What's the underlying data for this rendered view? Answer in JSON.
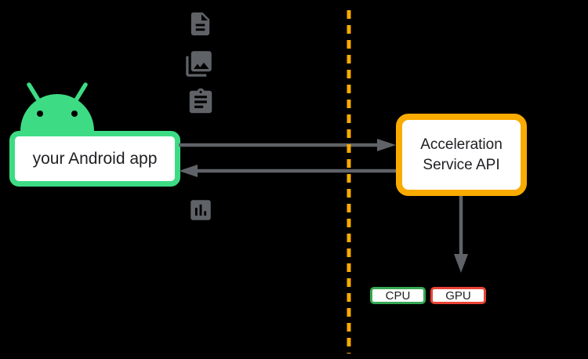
{
  "colors": {
    "background": "#000000",
    "android_green": "#3ddc84",
    "orange": "#f9ab00",
    "gray": "#5f6368",
    "cpu_green": "#34a853",
    "gpu_red": "#ea4335",
    "node_fill": "#ffffff",
    "text": "#202124"
  },
  "nodes": {
    "android_app": {
      "label": "your Android app",
      "border_color": "#3ddc84"
    },
    "acceleration_service_api": {
      "label_line1": "Acceleration",
      "label_line2": "Service API",
      "border_color": "#f9ab00"
    },
    "cpu": {
      "label": "CPU",
      "border_color": "#34a853"
    },
    "gpu": {
      "label": "GPU",
      "border_color": "#ea4335"
    }
  },
  "icons": [
    {
      "name": "android-robot-icon",
      "glyph": "android-head"
    },
    {
      "name": "document-icon",
      "glyph": "description-file"
    },
    {
      "name": "photo-library-icon",
      "glyph": "stacked-images"
    },
    {
      "name": "clipboard-icon",
      "glyph": "assignment-clipboard"
    },
    {
      "name": "bar-chart-icon",
      "glyph": "assessment-bars"
    }
  ],
  "edges": [
    {
      "from": "android_app",
      "to": "acceleration_service_api",
      "direction": "right"
    },
    {
      "from": "acceleration_service_api",
      "to": "android_app",
      "direction": "left"
    },
    {
      "from": "acceleration_service_api",
      "to": "accelerators",
      "direction": "down"
    }
  ],
  "divider": {
    "orientation": "vertical",
    "style": "dashed",
    "color": "#f9ab00"
  }
}
